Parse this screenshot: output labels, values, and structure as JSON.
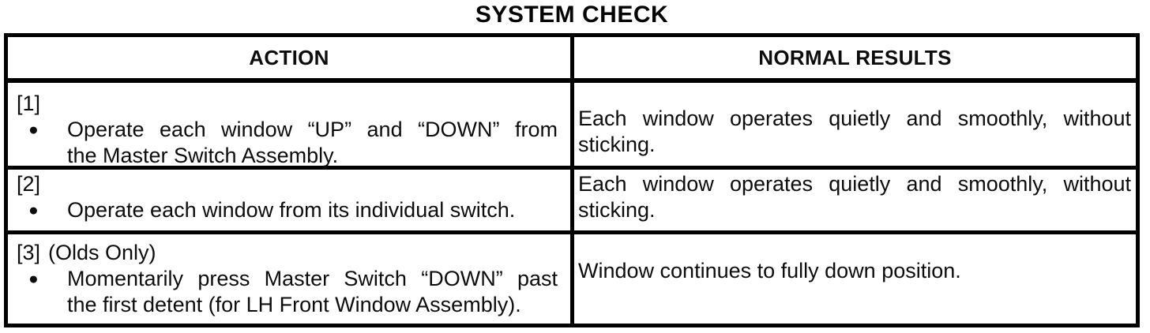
{
  "title": "SYSTEM CHECK",
  "table": {
    "headers": [
      "ACTION",
      "NORMAL RESULTS"
    ],
    "bullet_glyph": "●",
    "rows": [
      {
        "step": "[1]",
        "action_lines": [
          "Operate each window “UP” and “DOWN” from",
          "the Master Switch Assembly."
        ],
        "result_lines": [
          "Each window operates quietly and smoothly, without",
          "sticking."
        ]
      },
      {
        "step": "[2]",
        "action_lines": [
          "Operate each window from its individual switch."
        ],
        "result_lines": [
          "Each window operates quietly and smoothly, without",
          "sticking."
        ]
      },
      {
        "step": "[3]",
        "note": "(Olds Only)",
        "action_lines": [
          "Momentarily press Master Switch “DOWN” past",
          "the first detent (for LH Front Window Assembly)."
        ],
        "result_lines": [
          "Window continues to fully down position."
        ]
      }
    ]
  }
}
